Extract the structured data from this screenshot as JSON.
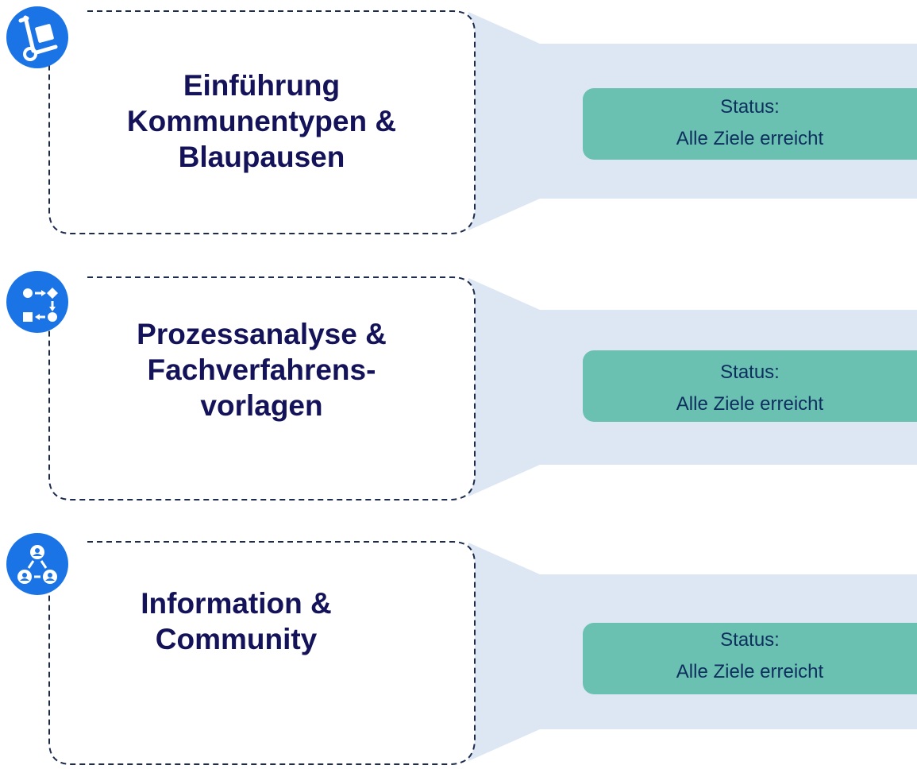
{
  "colors": {
    "title": "#14135a",
    "status_fill": "#6ac1b2",
    "status_text": "#0e2e5e",
    "panel_fill": "#dde7f3",
    "icon_fill": "#1b74e6",
    "dash_border": "#1c2b4e"
  },
  "rows": [
    {
      "icon": "hand-truck-icon",
      "title": "Einführung\nKommunentypen &\nBlaupausen",
      "status_label": "Status:",
      "status_value": "Alle Ziele erreicht"
    },
    {
      "icon": "process-flow-icon",
      "title": "Prozessanalyse &\nFachverfahrens-\nvorlagen",
      "status_label": "Status:",
      "status_value": "Alle Ziele erreicht"
    },
    {
      "icon": "community-network-icon",
      "title": "Information &\nCommunity",
      "status_label": "Status:",
      "status_value": "Alle Ziele erreicht"
    }
  ]
}
